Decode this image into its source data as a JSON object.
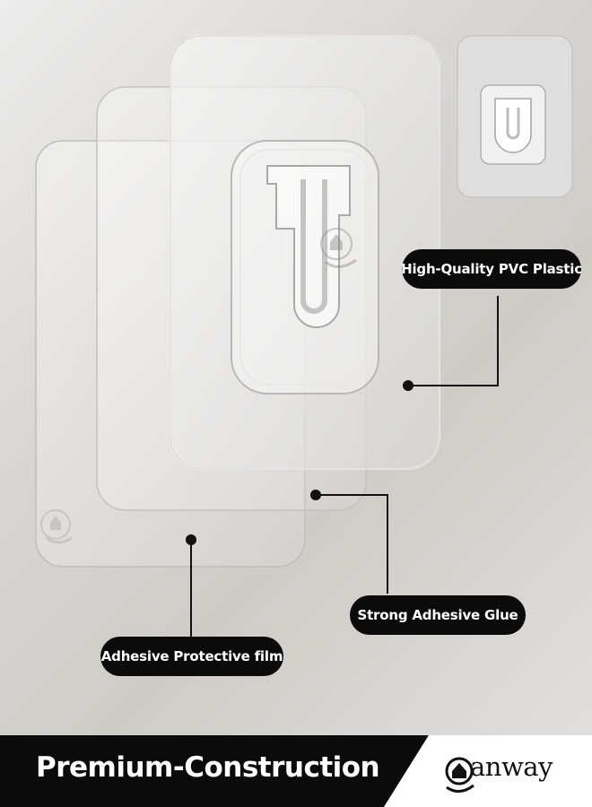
{
  "labels": {
    "pvc": "High-Quality PVC Plastic",
    "glue": "Strong Adhesive Glue",
    "film": "Adhesive Protective film"
  },
  "banner": {
    "title": "Premium-Construction",
    "brand": "anway"
  },
  "colors": {
    "pill_bg": "#0b0b0b",
    "pill_text": "#ffffff",
    "banner_dark": "#0b0b0b",
    "banner_light": "#ffffff"
  },
  "icons": [
    "hook-icon",
    "logo-watermark-icon",
    "brand-logo-icon"
  ]
}
